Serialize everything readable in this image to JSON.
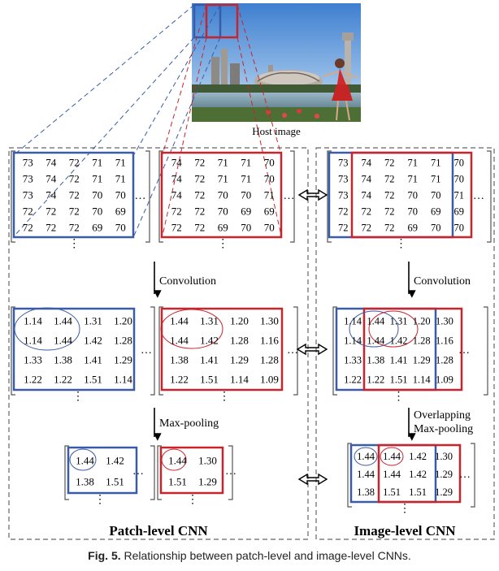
{
  "figure": {
    "host_image_label": "Host image",
    "patch_label": "Patch-level CNN",
    "image_label": "Image-level CNN",
    "convolution_label": "Convolution",
    "maxpool_label": "Max-pooling",
    "overlap_line1": "Overlapping",
    "overlap_line2": "Max-pooling",
    "ellipsis_h": "…",
    "ellipsis_v": "⋮",
    "caption_bold": "Fig. 5.",
    "caption_text": "Relationship between patch-level and image-level CNNs."
  },
  "colors": {
    "blue": "#3a5ba8",
    "red": "#c8242b",
    "dash": "#666666"
  },
  "matrices": {
    "blue_input": [
      [
        "73",
        "74",
        "72",
        "71",
        "71"
      ],
      [
        "73",
        "74",
        "72",
        "71",
        "71"
      ],
      [
        "73",
        "74",
        "72",
        "70",
        "70"
      ],
      [
        "72",
        "72",
        "72",
        "70",
        "69"
      ],
      [
        "72",
        "72",
        "72",
        "69",
        "70"
      ]
    ],
    "red_input": [
      [
        "74",
        "72",
        "71",
        "71",
        "70"
      ],
      [
        "74",
        "72",
        "71",
        "71",
        "70"
      ],
      [
        "74",
        "72",
        "70",
        "70",
        "71"
      ],
      [
        "72",
        "72",
        "70",
        "69",
        "69"
      ],
      [
        "72",
        "72",
        "69",
        "70",
        "70"
      ]
    ],
    "image_input": [
      [
        "73",
        "74",
        "72",
        "71",
        "71",
        "70"
      ],
      [
        "73",
        "74",
        "72",
        "71",
        "71",
        "70"
      ],
      [
        "73",
        "74",
        "72",
        "70",
        "70",
        "71"
      ],
      [
        "72",
        "72",
        "72",
        "70",
        "69",
        "69"
      ],
      [
        "72",
        "72",
        "72",
        "69",
        "70",
        "70"
      ]
    ],
    "blue_conv": [
      [
        "1.14",
        "1.44",
        "1.31",
        "1.20"
      ],
      [
        "1.14",
        "1.44",
        "1.42",
        "1.28"
      ],
      [
        "1.33",
        "1.38",
        "1.41",
        "1.29"
      ],
      [
        "1.22",
        "1.22",
        "1.51",
        "1.14"
      ]
    ],
    "red_conv": [
      [
        "1.44",
        "1.31",
        "1.20",
        "1.30"
      ],
      [
        "1.44",
        "1.42",
        "1.28",
        "1.16"
      ],
      [
        "1.38",
        "1.41",
        "1.29",
        "1.28"
      ],
      [
        "1.22",
        "1.51",
        "1.14",
        "1.09"
      ]
    ],
    "image_conv": [
      [
        "1.14",
        "1.44",
        "1.31",
        "1.20",
        "1.30"
      ],
      [
        "1.14",
        "1.44",
        "1.42",
        "1.28",
        "1.16"
      ],
      [
        "1.33",
        "1.38",
        "1.41",
        "1.29",
        "1.28"
      ],
      [
        "1.22",
        "1.22",
        "1.51",
        "1.14",
        "1.09"
      ]
    ],
    "blue_pool": [
      [
        "1.44",
        "1.42"
      ],
      [
        "1.38",
        "1.51"
      ]
    ],
    "red_pool": [
      [
        "1.44",
        "1.30"
      ],
      [
        "1.51",
        "1.29"
      ]
    ],
    "image_pool": [
      [
        "1.44",
        "1.44",
        "1.42",
        "1.30"
      ],
      [
        "1.44",
        "1.44",
        "1.42",
        "1.29"
      ],
      [
        "1.38",
        "1.51",
        "1.51",
        "1.29"
      ]
    ]
  }
}
